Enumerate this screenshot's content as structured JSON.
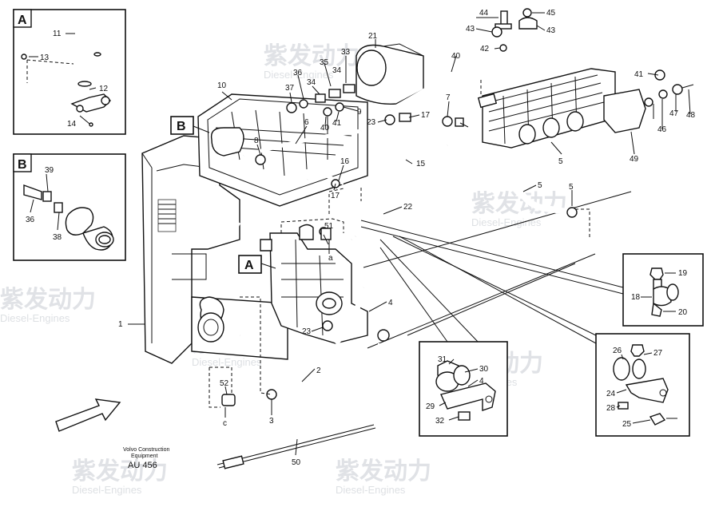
{
  "diagram": {
    "credit_line1": "Volvo Construction",
    "credit_line2": "Equipment",
    "document_number": "AU 456",
    "watermark": {
      "cn": "紫发动力",
      "en": "Diesel-Engines"
    },
    "inset_boxes": {
      "A": "A",
      "B": "B"
    },
    "callouts": {
      "c1": "1",
      "c2": "2",
      "c3": "3",
      "c4": "4",
      "c5a": "5",
      "c5b": "5",
      "c5c": "5",
      "c6": "6",
      "c7": "7",
      "c8": "8",
      "c9": "9",
      "c10": "10",
      "c11": "11",
      "c12": "12",
      "c13": "13",
      "c14": "14",
      "c15": "15",
      "c16": "16",
      "c17a": "17",
      "c17b": "17",
      "c18": "18",
      "c19": "19",
      "c20": "20",
      "c21": "21",
      "c22": "22",
      "c23a": "23",
      "c23b": "23",
      "c24": "24",
      "c25": "25",
      "c26": "26",
      "c27": "27",
      "c28": "28",
      "c29": "29",
      "c30": "30",
      "c31": "31",
      "c32": "32",
      "c33": "33",
      "c34a": "34",
      "c34b": "34",
      "c35": "35",
      "c36a": "36",
      "c36b": "36",
      "c37": "37",
      "c38": "38",
      "c39": "39",
      "c40a": "40",
      "c40b": "40",
      "c41a": "41",
      "c41b": "41",
      "c42": "42",
      "c43a": "43",
      "c43b": "43",
      "c44": "44",
      "c45": "45",
      "c46": "46",
      "c47": "47",
      "c48": "48",
      "c49": "49",
      "c50": "50",
      "c51": "51",
      "c52": "52",
      "ca": "a",
      "cc": "c"
    }
  }
}
